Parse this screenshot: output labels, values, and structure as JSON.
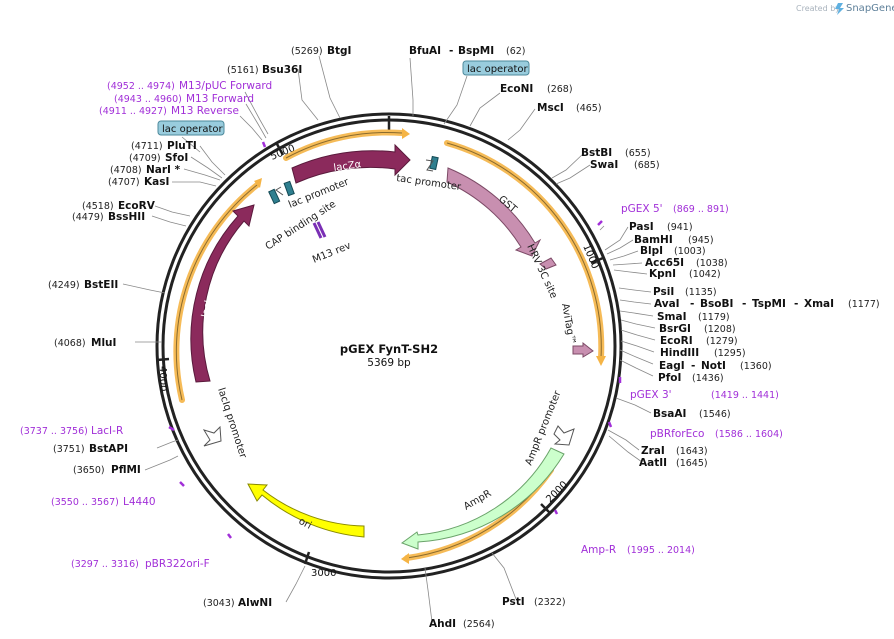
{
  "watermark": "Created by",
  "brand": "SnapGene",
  "plasmid": {
    "name": "pGEX FynT-SH2",
    "length": "5369 bp"
  },
  "ticks": [
    "1000",
    "2000",
    "3000",
    "4000",
    "5000"
  ],
  "sites": [
    {
      "pos": "(5269)",
      "name": "BtgI"
    },
    {
      "pos": "(5161)",
      "name": "Bsu36I"
    },
    {
      "name": "BfuAI",
      "name2": "BspMI",
      "pos": "(62)"
    },
    {
      "name": "EcoNI",
      "pos": "(268)"
    },
    {
      "name": "MscI",
      "pos": "(465)"
    },
    {
      "name": "BstBI",
      "pos": "(655)"
    },
    {
      "name": "SwaI",
      "pos": "(685)"
    },
    {
      "name": "PasI",
      "pos": "(941)"
    },
    {
      "name": "BamHI",
      "pos": "(945)"
    },
    {
      "name": "BlpI",
      "pos": "(1003)"
    },
    {
      "name": "Acc65I",
      "pos": "(1038)"
    },
    {
      "name": "KpnI",
      "pos": "(1042)"
    },
    {
      "name": "PsiI",
      "pos": "(1135)"
    },
    {
      "name": "AvaI",
      "name2": "BsoBI",
      "name3": "TspMI",
      "name4": "XmaI",
      "pos": "(1177)"
    },
    {
      "name": "SmaI",
      "pos": "(1179)"
    },
    {
      "name": "BsrGI",
      "pos": "(1208)"
    },
    {
      "name": "EcoRI",
      "pos": "(1279)"
    },
    {
      "name": "HindIII",
      "pos": "(1295)"
    },
    {
      "name": "EagI",
      "name2": "NotI",
      "pos": "(1360)"
    },
    {
      "name": "PfoI",
      "pos": "(1436)"
    },
    {
      "name": "BsaAI",
      "pos": "(1546)"
    },
    {
      "name": "ZraI",
      "pos": "(1643)"
    },
    {
      "name": "AatII",
      "pos": "(1645)"
    },
    {
      "name": "PstI",
      "pos": "(2322)"
    },
    {
      "name": "AhdI",
      "pos": "(2564)"
    },
    {
      "pos": "(3043)",
      "name": "AlwNI"
    },
    {
      "pos": "(3650)",
      "name": "PflMI"
    },
    {
      "pos": "(3751)",
      "name": "BstAPI"
    },
    {
      "pos": "(4068)",
      "name": "MluI"
    },
    {
      "pos": "(4249)",
      "name": "BstEII"
    },
    {
      "pos": "(4479)",
      "name": "BssHII"
    },
    {
      "pos": "(4518)",
      "name": "EcoRV"
    },
    {
      "pos": "(4707)",
      "name": "KasI"
    },
    {
      "pos": "(4708)",
      "name": "NarI *"
    },
    {
      "pos": "(4709)",
      "name": "SfoI"
    },
    {
      "pos": "(4711)",
      "name": "PluTI"
    }
  ],
  "primers": [
    {
      "range": "(4952 .. 4974)",
      "name": "M13/pUC Forward"
    },
    {
      "range": "(4943 .. 4960)",
      "name": "M13 Forward"
    },
    {
      "range": "(4911 .. 4927)",
      "name": "M13 Reverse"
    },
    {
      "name": "pGEX 5'",
      "range": "(869 .. 891)"
    },
    {
      "name": "pGEX 3'",
      "range": "(1419 .. 1441)"
    },
    {
      "name": "pBRforEco",
      "range": "(1586 .. 1604)"
    },
    {
      "name": "Amp-R",
      "range": "(1995 .. 2014)"
    },
    {
      "range": "(3737 .. 3756)",
      "name": "LacI-R"
    },
    {
      "range": "(3550 .. 3567)",
      "name": "L4440"
    },
    {
      "range": "(3297 .. 3316)",
      "name": "pBR322ori-F"
    }
  ],
  "features": {
    "lac_operator": "lac operator",
    "tac_promoter": "tac promoter",
    "gst": "GST",
    "hrv": "HRV 3C site",
    "avitag": "AviTag™",
    "ampr_promoter": "AmpR promoter",
    "ampr": "AmpR",
    "ori": "ori",
    "laciq_promoter": "lacIq promoter",
    "laci": "lacI",
    "lac_promoter": "lac promoter",
    "cap_site": "CAP binding site",
    "m13_rev": "M13 rev",
    "lacz": "lacZα"
  },
  "colors": {
    "backbone": "#222222",
    "lacI": "#8b2a5c",
    "gst": "#c88fb0",
    "ori": "#ffff00",
    "ampr": "#ccffcc",
    "highlight": "#f5b445",
    "operator_fill": "#99ccdd",
    "primer": "#a12fd8",
    "lac_cap": "#2f7f8f"
  }
}
